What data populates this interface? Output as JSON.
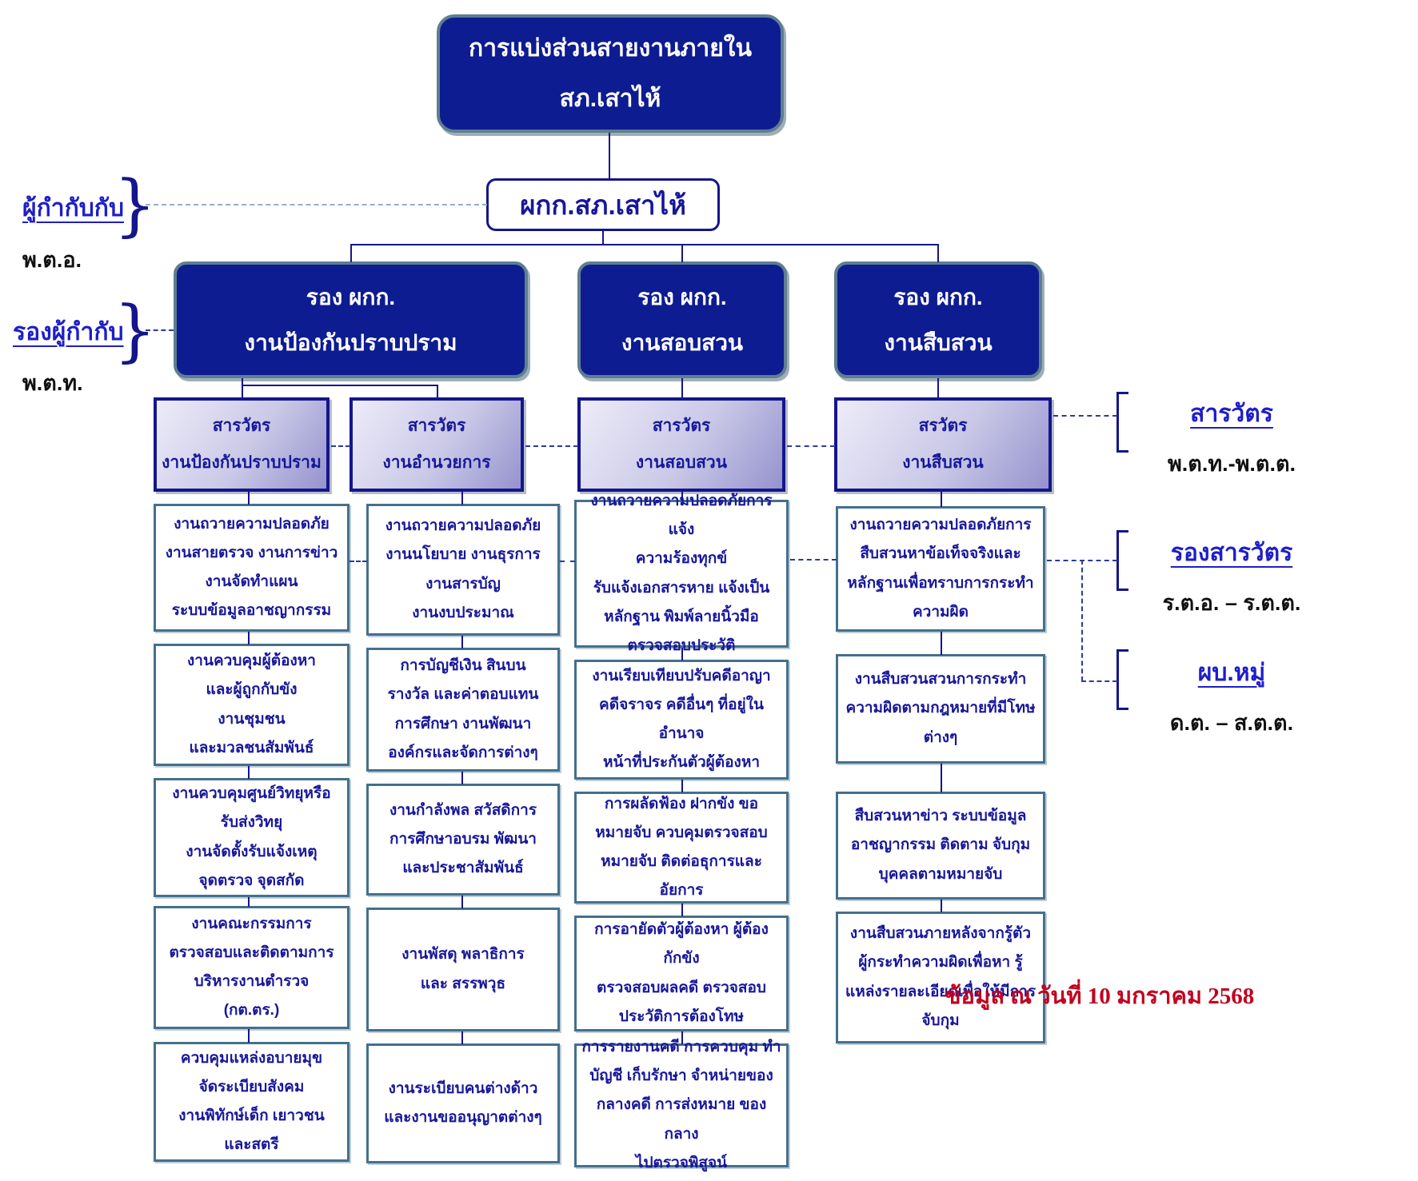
{
  "title_box": "การแบ่งส่วนสายงานภายใน\nสภ.เสาไห้",
  "superintendent_box": "ผกก.สภ.เสาไห้",
  "glyphs": {
    "brace": "}"
  },
  "left_labels": [
    {
      "role": "ผู้กำกับกับ",
      "rank": "พ.ต.อ."
    },
    {
      "role": "รองผู้กำกับ",
      "rank": "พ.ต.ท."
    }
  ],
  "right_labels": [
    {
      "role": "สารวัตร",
      "rank": "พ.ต.ท.-พ.ต.ต."
    },
    {
      "role": "รองสารวัตร",
      "rank": "ร.ต.อ. – ร.ต.ต."
    },
    {
      "role": "ผบ.หมู่",
      "rank": "ด.ต. – ส.ต.ต."
    }
  ],
  "deputies": [
    "รอง ผกก.\nงานป้องกันปราบปราม",
    "รอง ผกก.\nงานสอบสวน",
    "รอง ผกก.\nงานสืบสวน"
  ],
  "inspectors": [
    "สารวัตร\nงานป้องกันปราบปราม",
    "สารวัตร\nงานอำนวยการ",
    "สารวัตร\nงานสอบสวน",
    "สรวัตร\nงานสืบสวน"
  ],
  "columns": [
    {
      "tasks": [
        "งานถวายความปลอดภัย\nงานสายตรวจ งานการข่าว\nงานจัดทำแผน\nระบบข้อมูลอาชญากรรม",
        "งานควบคุมผู้ต้องหา\nและผู้ถูกกับขัง\nงานชุมชน\nและมวลชนสัมพันธ์",
        "งานควบคุมศูนย์วิทยุหรือ\nรับส่งวิทยุ\nงานจัดตั้งรับแจ้งเหตุ\nจุดตรวจ จุดสกัด",
        "งานคณะกรรมการ\nตรวจสอบและติดตามการ\nบริหารงานตำรวจ\n(กต.ตร.)",
        "ควบคุมแหล่งอบายมุข\nจัดระเบียบสังคม\nงานพิทักษ์เด็ก เยาวชน\nและสตรี"
      ]
    },
    {
      "tasks": [
        "งานถวายความปลอดภัย\nงานนโยบาย งานธุรการ\nงานสารบัญ\nงานงบประมาณ",
        "การบัญชีเงิน สินบน\nรางวัล และค่าตอบแทน\nการศึกษา  งานพัฒนา\nองค์กรและจัดการต่างๆ",
        "งานกำลังพล สวัสดิการ\nการศึกษาอบรม พัฒนา\nและประชาสัมพันธ์",
        "งานพัสดุ พลาธิการ\nและ สรรพวุธ",
        "งานระเบียบคนต่างด้าว\nและงานขออนุญาตต่างๆ"
      ]
    },
    {
      "tasks": [
        "งานถวายความปลอดภัยการแจ้ง\nความร้องทุกข์\nรับแจ้งเอกสารหาย แจ้งเป็น\nหลักฐาน พิมพ์ลายนิ้วมือ\nตรวจสอบประวัติ",
        "งานเรียบเทียบปรับคดีอาญา\nคดีจราจร คดีอื่นๆ ที่อยู่ในอำนาจ\nหน้าที่ประกันตัวผู้ต้องหา",
        "การผลัดฟ้อง ฝากขัง ขอ\nหมายจับ ควบคุมตรวจสอบ\nหมายจับ ติดต่อธุการและอัยการ",
        "การอายัดตัวผู้ต้องหา ผู้ต้องกักขัง\nตรวจสอบผลคดี ตรวจสอบ\nประวัติการต้องโทษ",
        "การรายงานคดี การควบคุม ทำ\nบัญชี เก็บรักษา จำหน่ายของ\nกลางคดี การส่งหมาย ของกลาง\nไปตรวจพิสูจน์"
      ]
    },
    {
      "tasks": [
        "งานถวายความปลอดภัยการ\nสืบสวนหาข้อเท็จจริงและ\nหลักฐานเพื่อทราบการกระทำ\nความผิด",
        "งานสืบสวนสวนการกระทำ\nความผิดตามกฎหมายที่มีโทษ\nต่างๆ",
        "สืบสวนหาข่าว ระบบข้อมูล\nอาชญากรรม ติดตาม จับกุม\nบุคคลตามหมายจับ",
        "งานสืบสวนภายหลังจากรู้ตัว\nผู้กระทำความผิดเพื่อหา รู้\nแหล่งรายละเอียดเพื่อให้มีการ\nจับกุม"
      ]
    }
  ],
  "footer": {
    "note": "ข้อมูล ณ วันที่ 10 มกราคม 2568"
  },
  "colors": {
    "navy_fill": "#0e1c91",
    "rim": "#5e7e91",
    "line": "#15158c",
    "navy_text": "#17179a",
    "steel": "#44708c",
    "label_blue": "#1e1ec8",
    "rank_black": "#111111",
    "note_red": "#c1001f",
    "dash_dark": "#2b3a9e",
    "dash_light": "#8fb0cf"
  }
}
